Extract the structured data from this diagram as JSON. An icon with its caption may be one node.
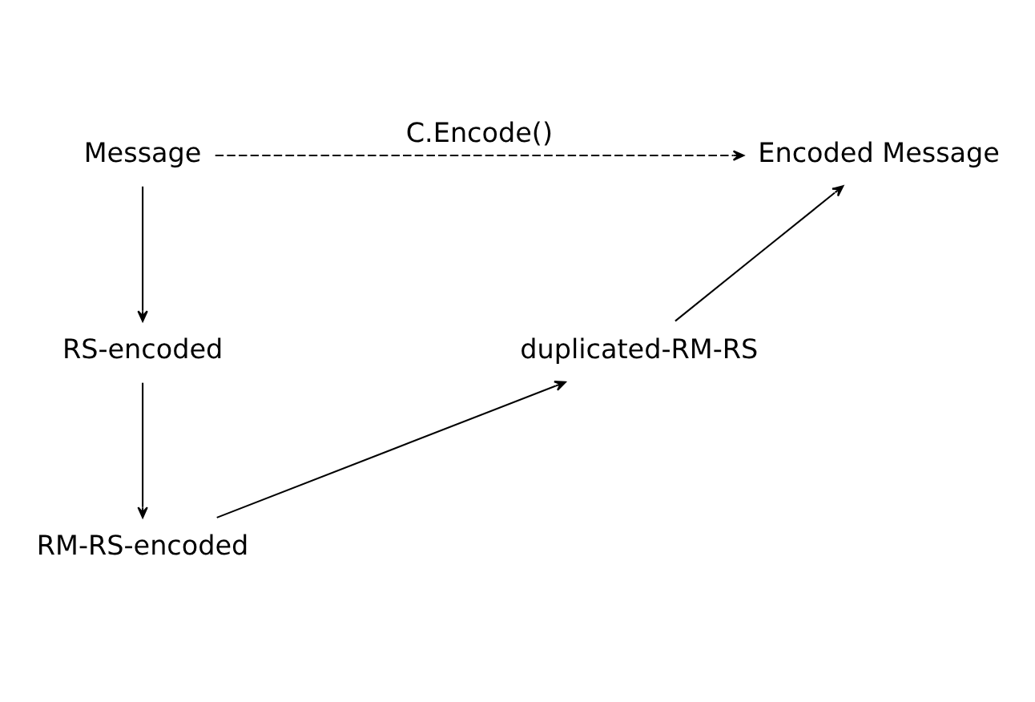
{
  "diagram": {
    "nodes": [
      {
        "text": [
          "Message"
        ]
      },
      {
        "text": [
          "Encoded Message"
        ]
      },
      {
        "text": [
          "RS-encoded"
        ]
      },
      {
        "text": [
          "duplicated-RM-RS"
        ]
      },
      {
        "text": [
          "RM-RS-encoded"
        ]
      }
    ],
    "edges": [
      {
        "from": 0,
        "to": 1,
        "arrow": "to",
        "style": "dashed",
        "label": "C.Encode()"
      },
      {
        "from": 0,
        "to": 2,
        "arrow": "to"
      },
      {
        "from": 2,
        "to": 4,
        "arrow": "to"
      },
      {
        "from": 4,
        "to": 3,
        "arrow": "to"
      },
      {
        "from": 3,
        "to": 1,
        "arrow": "to"
      }
    ]
  }
}
